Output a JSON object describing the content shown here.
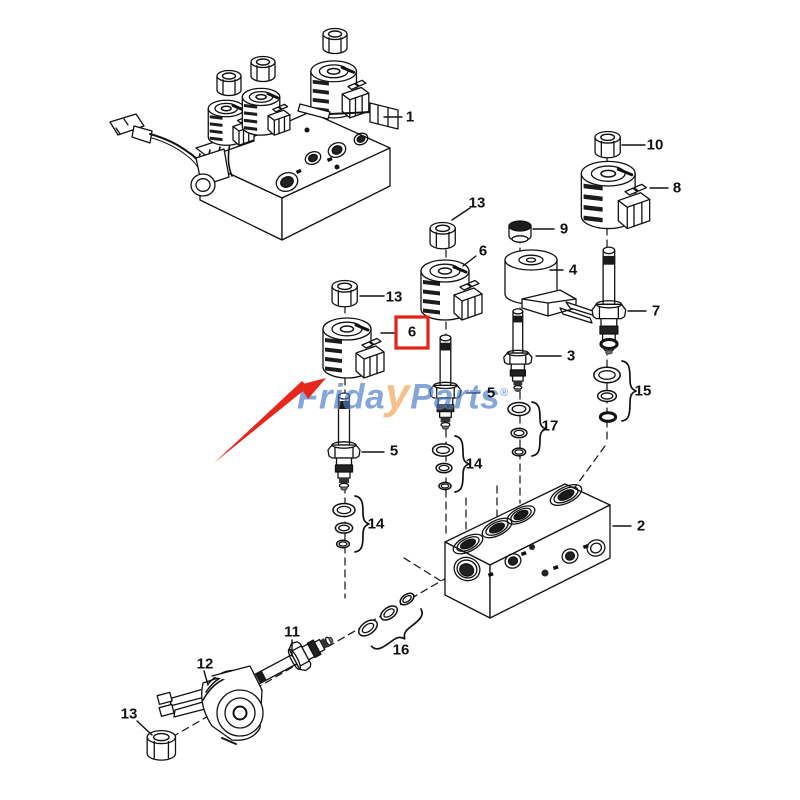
{
  "diagram_type": "exploded-parts-diagram",
  "callouts": [
    "1",
    "13",
    "9",
    "6",
    "10",
    "8",
    "4",
    "13",
    "6",
    "3",
    "7",
    "15",
    "5",
    "17",
    "5",
    "14",
    "14",
    "2",
    "11",
    "16",
    "12",
    "13"
  ],
  "highlight": {
    "part_number": "6",
    "box_color": "#e02418",
    "arrow_color": "#e8271c"
  },
  "watermark": {
    "prefix": "Frida",
    "accent": "y",
    "suffix": "Parts",
    "registered": "®",
    "blue": "#4679c4",
    "orange": "#f0a050"
  }
}
